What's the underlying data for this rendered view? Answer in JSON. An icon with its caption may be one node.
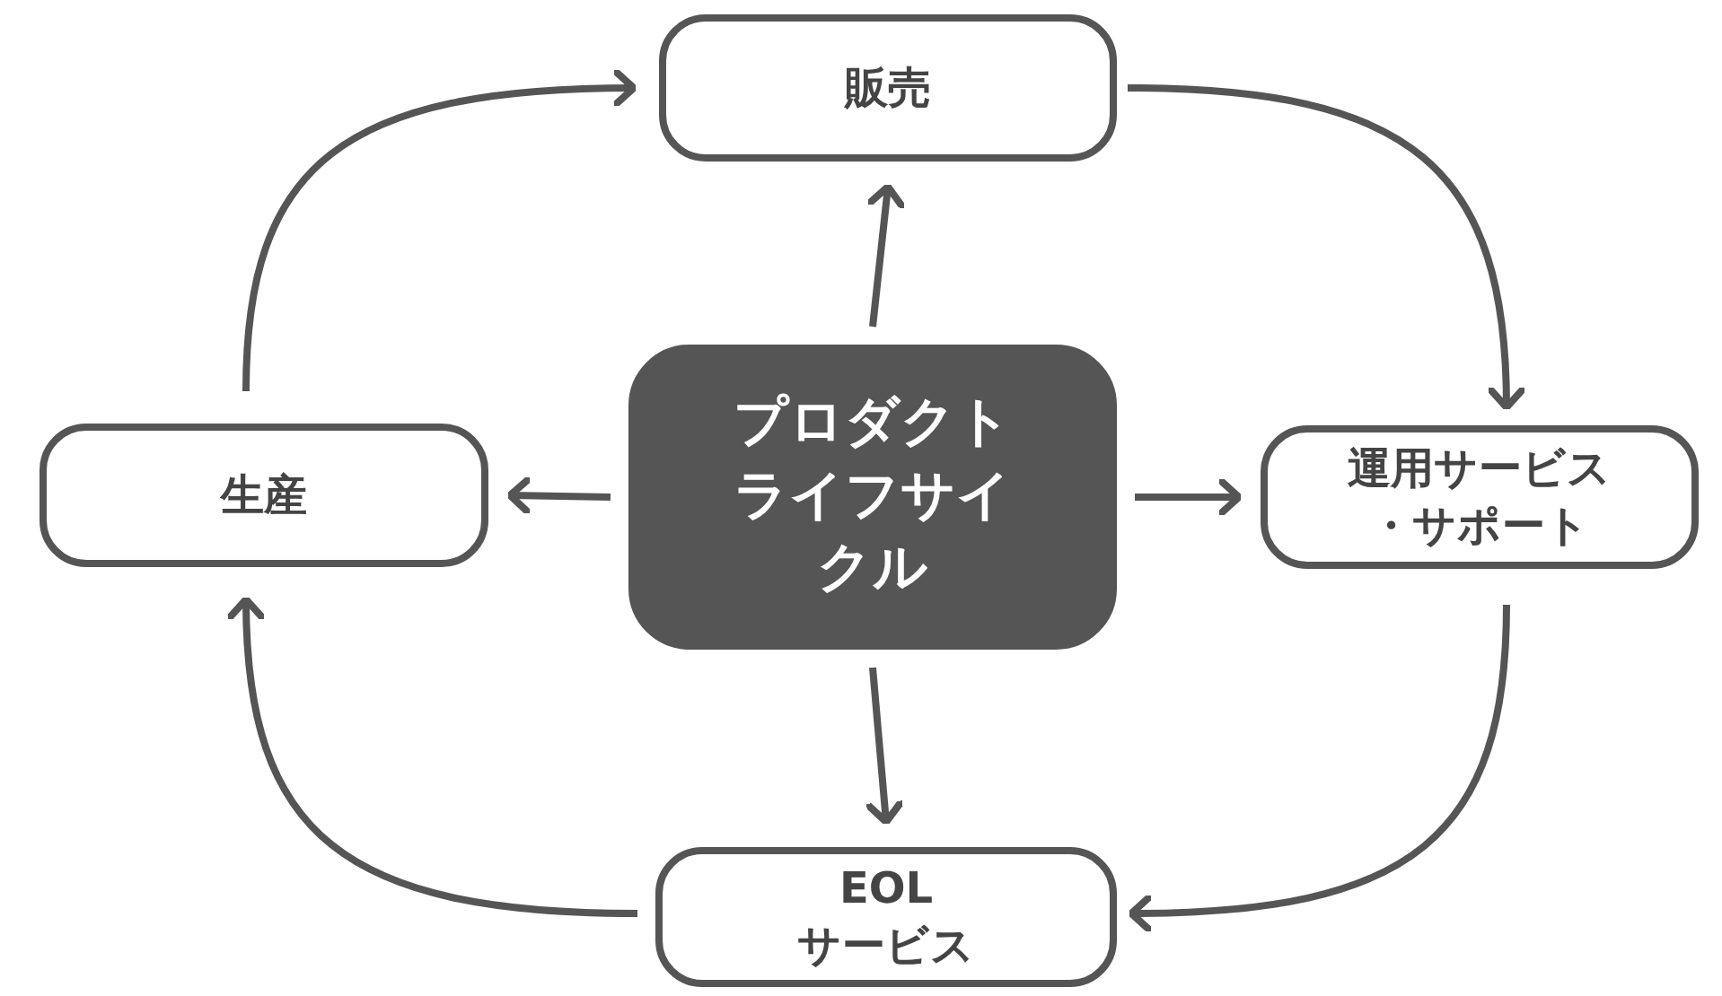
{
  "diagram": {
    "nodes": [
      {
        "text": [
          "プロダクトライフサイクル"
        ]
      },
      {
        "text": [
          "販売"
        ]
      },
      {
        "text": [
          "運用サービス・サポート"
        ]
      },
      {
        "text": [
          "EOL サービス"
        ]
      },
      {
        "text": [
          "生産"
        ]
      }
    ],
    "edges": [
      {
        "from": 0,
        "to": 1,
        "arrow": "to"
      },
      {
        "from": 0,
        "to": 2,
        "arrow": "to"
      },
      {
        "from": 0,
        "to": 3,
        "arrow": "to"
      },
      {
        "from": 0,
        "to": 4,
        "arrow": "to"
      },
      {
        "from": 4,
        "to": 1,
        "arrow": "to"
      },
      {
        "from": 1,
        "to": 2,
        "arrow": "to"
      },
      {
        "from": 2,
        "to": 3,
        "arrow": "to"
      },
      {
        "from": 3,
        "to": 4,
        "arrow": "to"
      }
    ]
  }
}
